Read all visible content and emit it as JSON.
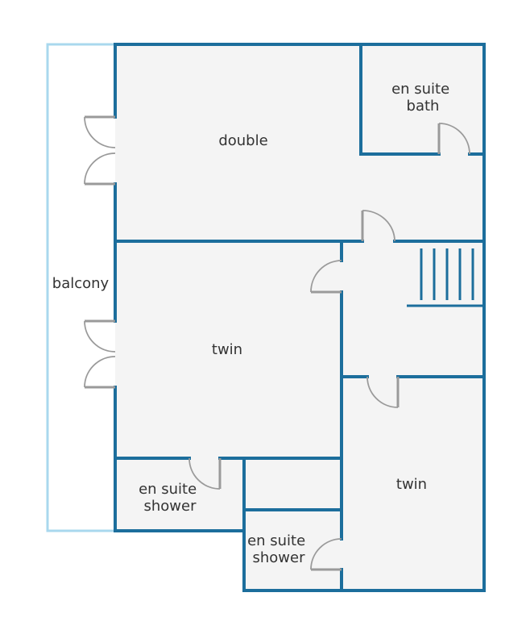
{
  "rooms": {
    "double": "double",
    "en_suite_bath": [
      "en suite",
      "bath"
    ],
    "balcony": "balcony",
    "twin_left": "twin",
    "twin_right": "twin",
    "en_suite_shower_left": [
      "en suite",
      "shower"
    ],
    "en_suite_shower_bottom": [
      "en suite",
      "shower"
    ]
  },
  "colors": {
    "wall": "#1c6e9c",
    "balcony_outline": "#a9d8ee",
    "floor": "#f4f4f4",
    "door": "#9a9a9a",
    "label": "#333333"
  },
  "icons": {
    "door": "quarter-arc-door",
    "stairs": "stair-treads"
  }
}
